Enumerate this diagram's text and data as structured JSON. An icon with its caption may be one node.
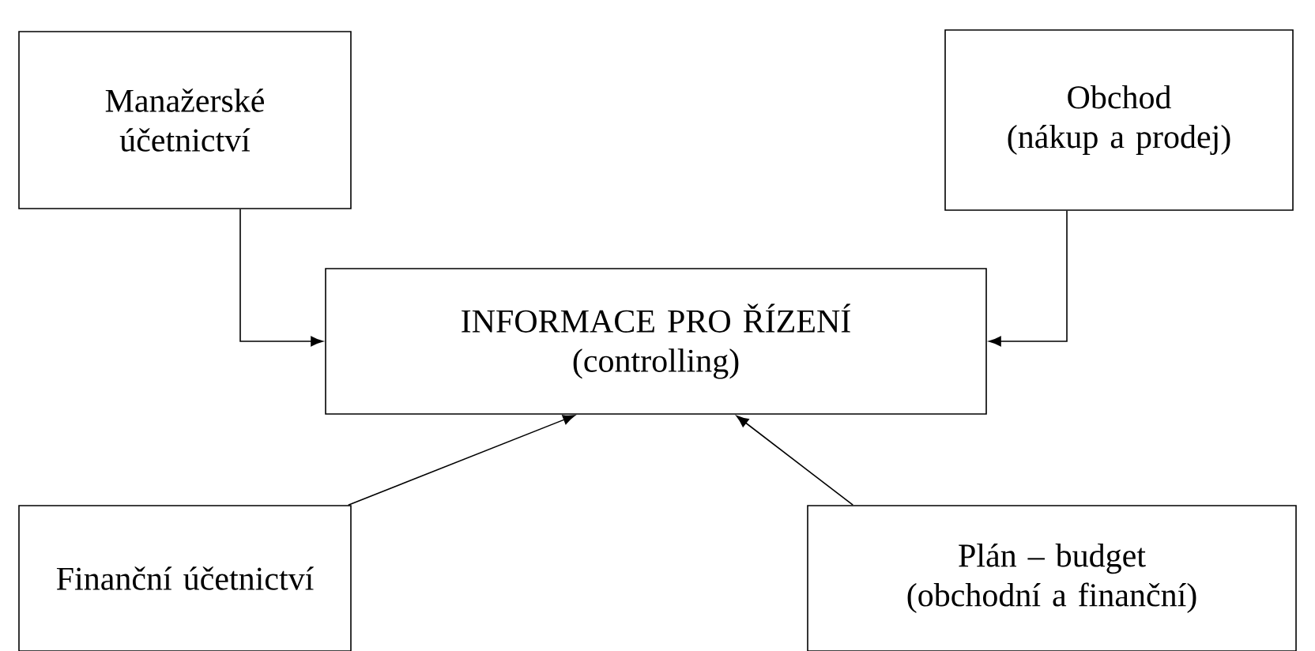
{
  "diagram": {
    "nodes": [
      {
        "text": [
          "Manažerské účetnictví"
        ]
      },
      {
        "text": [
          "Obchod",
          "(nákup a prodej)"
        ]
      },
      {
        "text": [
          "INFORMACE PRO ŘÍZENÍ",
          "(controlling)"
        ]
      },
      {
        "text": [
          "Finanční účetnictví"
        ]
      },
      {
        "text": [
          "Plán – budget",
          "(obchodní a finanční)"
        ]
      }
    ],
    "edges": [
      {
        "from": 0,
        "to": 2,
        "arrow": "to"
      },
      {
        "from": 1,
        "to": 2,
        "arrow": "to"
      },
      {
        "from": 3,
        "to": 2,
        "arrow": "to"
      },
      {
        "from": 4,
        "to": 2,
        "arrow": "to"
      }
    ]
  }
}
